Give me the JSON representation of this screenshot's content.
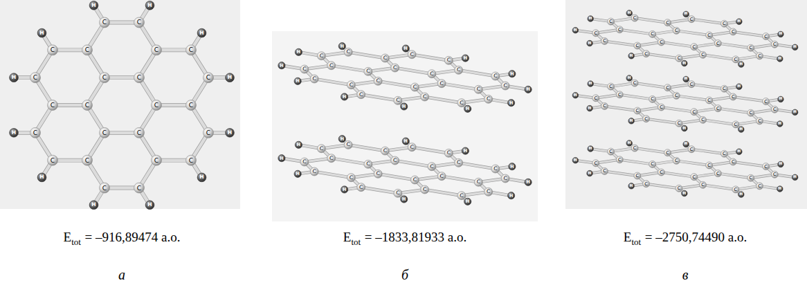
{
  "diagram": {
    "labels": [
      "C",
      "C",
      "C",
      "C",
      "C",
      "C",
      "C",
      "C",
      "C",
      "C",
      "C",
      "C",
      "C",
      "C",
      "C",
      "C",
      "C",
      "C",
      "C",
      "C",
      "C",
      "C",
      "C",
      "C",
      "H",
      "H",
      "H",
      "H",
      "H",
      "H",
      "H",
      "H",
      "H",
      "H",
      "H",
      "H",
      "C",
      "C",
      "C",
      "C",
      "C",
      "C",
      "C",
      "C",
      "C",
      "C",
      "C",
      "C",
      "C",
      "C",
      "C",
      "C",
      "C",
      "C",
      "C",
      "C",
      "C",
      "C",
      "C",
      "C",
      "H",
      "H",
      "H",
      "H",
      "H",
      "H",
      "H",
      "H",
      "H",
      "H",
      "H",
      "H",
      "C",
      "C",
      "C",
      "C",
      "C",
      "C",
      "C",
      "C",
      "C",
      "C",
      "C",
      "C",
      "C",
      "C",
      "C",
      "C",
      "C",
      "C",
      "C",
      "C",
      "C",
      "C",
      "C",
      "C",
      "H",
      "H",
      "H",
      "H",
      "H",
      "H",
      "H",
      "H",
      "H",
      "H",
      "H",
      "H",
      "C",
      "C",
      "C",
      "C",
      "C",
      "C",
      "C",
      "C",
      "C",
      "C",
      "C",
      "C",
      "C",
      "C",
      "C",
      "C",
      "C",
      "C",
      "C",
      "C",
      "C",
      "C",
      "C",
      "C",
      "H",
      "H",
      "H",
      "H",
      "H",
      "H",
      "H",
      "H",
      "H",
      "H",
      "H",
      "H",
      "C",
      "C",
      "C",
      "C",
      "C",
      "C",
      "C",
      "C",
      "C",
      "C",
      "C",
      "C",
      "C",
      "C",
      "C",
      "C",
      "C",
      "C",
      "C",
      "C",
      "C",
      "C",
      "C",
      "C",
      "H",
      "H",
      "H",
      "H",
      "H",
      "H",
      "H",
      "H",
      "H",
      "H",
      "H",
      "H",
      "C",
      "C",
      "C",
      "C",
      "C",
      "C",
      "C",
      "C",
      "C",
      "C",
      "C",
      "C",
      "C",
      "C",
      "C",
      "C",
      "C",
      "C",
      "C",
      "C",
      "C",
      "C",
      "C",
      "C",
      "H",
      "H",
      "H",
      "H",
      "H",
      "H",
      "H",
      "H",
      "H",
      "H",
      "H",
      "H",
      "E",
      "tot",
      "= –916,89474 а.о.",
      "E",
      "tot",
      "= –1833,81933 а.о.",
      "E",
      "tot",
      "= –2750,74490 а.о.",
      "а",
      "б",
      "в"
    ]
  }
}
